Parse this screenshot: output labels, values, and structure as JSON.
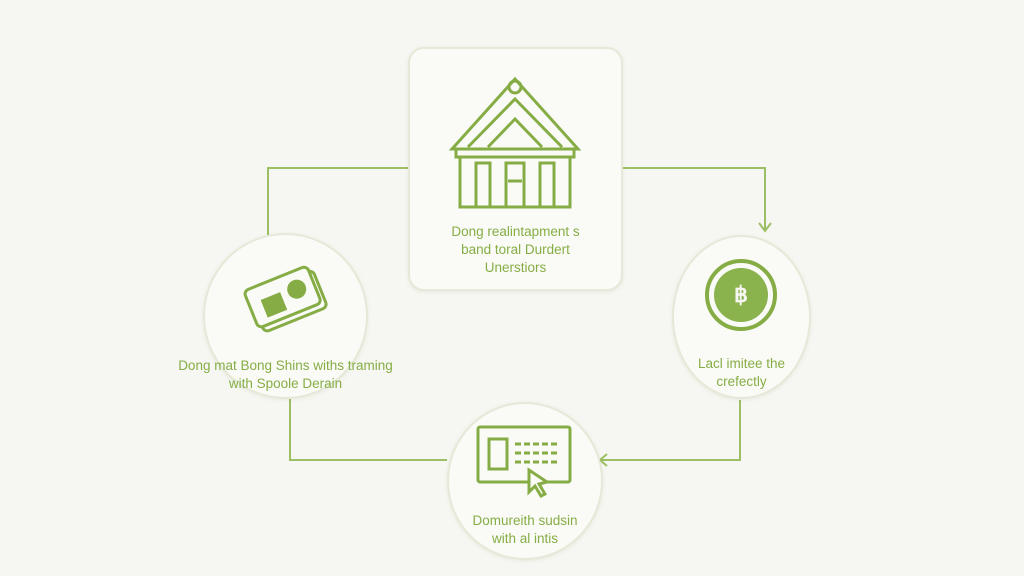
{
  "colors": {
    "accent": "#86ad45",
    "background": "#f6f7f2",
    "border": "#e6e8d8"
  },
  "nodes": {
    "top": {
      "icon": "bank-building-icon",
      "line1": "Dong realintapment s",
      "line2": "band toral Durdert",
      "line3": "Unerstiors"
    },
    "left": {
      "icon": "cash-wallet-icon",
      "line1": "Dong mat Bong Shins withs traming",
      "line2": "with Spoole Derain"
    },
    "right": {
      "icon": "coin-icon",
      "coin_symbol": "฿",
      "line1": "Lacl imitee the",
      "line2": "crefectly"
    },
    "bottom": {
      "icon": "screen-cursor-icon",
      "line1": "Domureith sudsin",
      "line2": "with al intis"
    }
  }
}
